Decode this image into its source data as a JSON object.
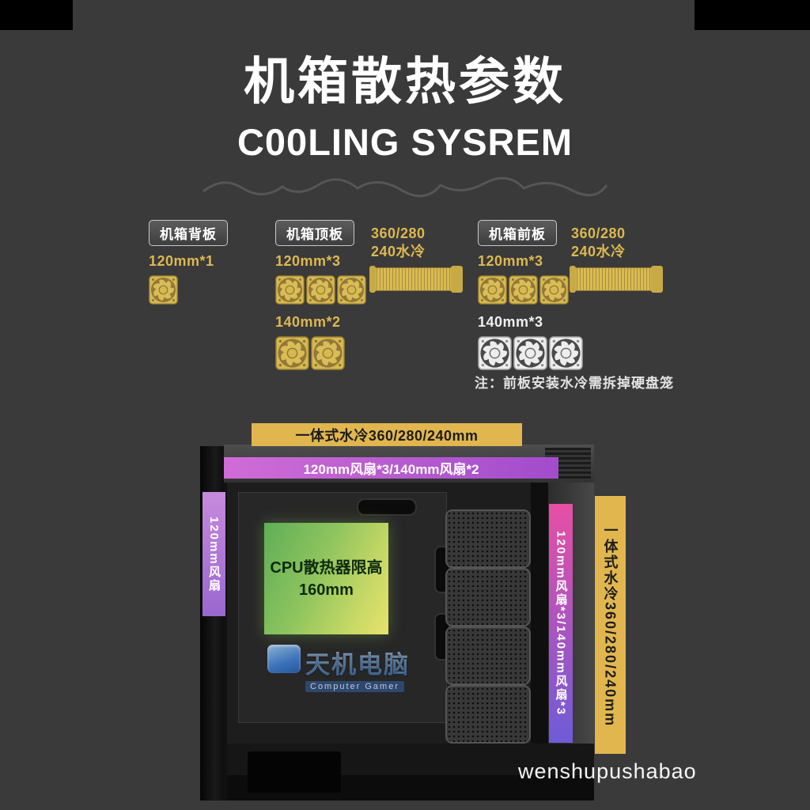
{
  "header": {
    "title": "机箱散热参数",
    "subtitle": "C00LING SYSREM"
  },
  "specs": {
    "back_panel": {
      "label": "机箱背板",
      "fan_120": "120mm*1"
    },
    "top_panel": {
      "label": "机箱顶板",
      "fan_120": "120mm*3",
      "fan_140": "140mm*2",
      "radiator_line1": "360/280",
      "radiator_line2": "240水冷"
    },
    "front_panel": {
      "label": "机箱前板",
      "fan_120": "120mm*3",
      "fan_140": "140mm*3",
      "radiator_line1": "360/280",
      "radiator_line2": "240水冷"
    },
    "note": "注：前板安装水冷需拆掉硬盘笼"
  },
  "diagram": {
    "aio_top_label": "一体式水冷360/280/240mm",
    "top_fans_label": "120mm风扇*3/140mm风扇*2",
    "rear_fan_label": "120mm风扇",
    "cpu_clearance_line1": "CPU散热器限高",
    "cpu_clearance_line2": "160mm",
    "front_fans_label": "120mm风扇*3/140mm风扇*3",
    "aio_front_label": "一体式水冷360/280/240mm"
  },
  "watermarks": {
    "logo_text": "天机电脑",
    "logo_sub": "Computer Gamer",
    "corner_text": "wenshupushabao"
  },
  "colors": {
    "background": "#3a3a3a",
    "accent_yellow": "#ddb851",
    "accent_magenta": "#c55fd0",
    "accent_purple": "#9a68d0",
    "accent_pink": "#e84fa5",
    "accent_green": "#7fbf5e"
  }
}
